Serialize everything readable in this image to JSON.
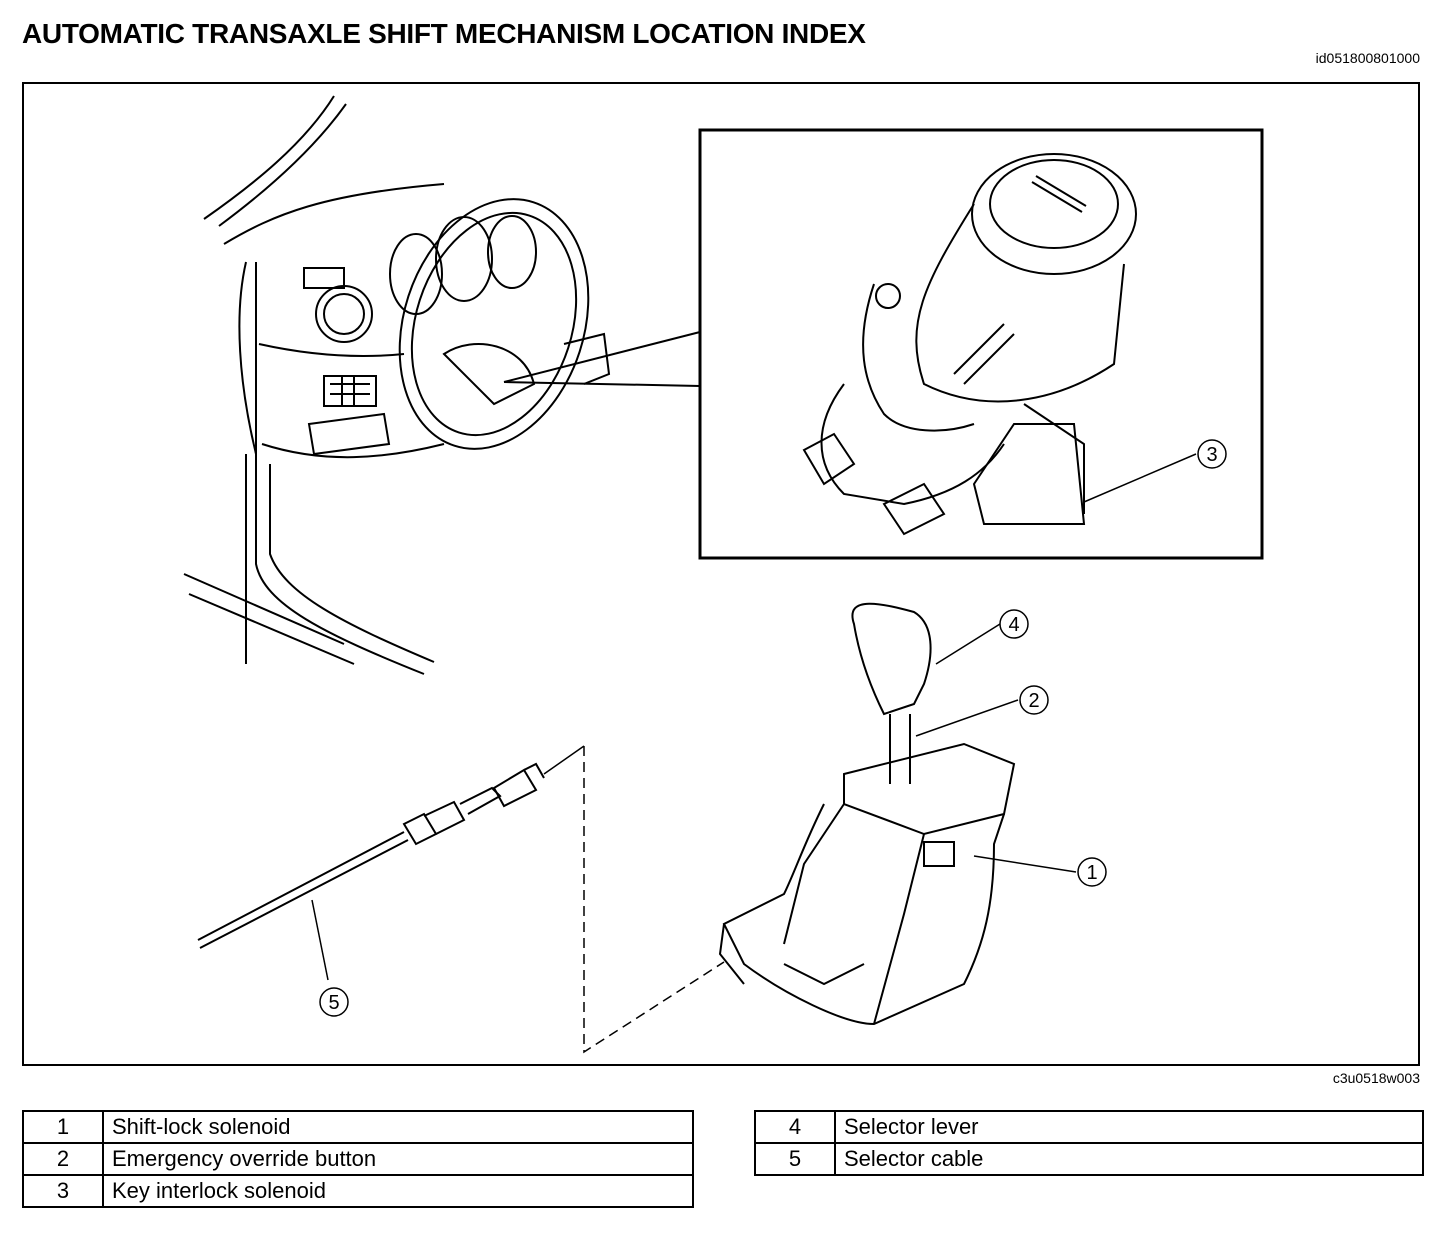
{
  "header": {
    "title": "AUTOMATIC TRANSAXLE SHIFT MECHANISM LOCATION INDEX",
    "doc_id": "id051800801000"
  },
  "figure": {
    "figure_id": "c3u0518w003",
    "callouts": [
      "1",
      "2",
      "3",
      "4",
      "5"
    ]
  },
  "legend": {
    "left": [
      {
        "num": "1",
        "label": "Shift-lock solenoid"
      },
      {
        "num": "2",
        "label": "Emergency override button"
      },
      {
        "num": "3",
        "label": "Key interlock solenoid"
      }
    ],
    "right": [
      {
        "num": "4",
        "label": "Selector lever"
      },
      {
        "num": "5",
        "label": "Selector cable"
      }
    ]
  }
}
